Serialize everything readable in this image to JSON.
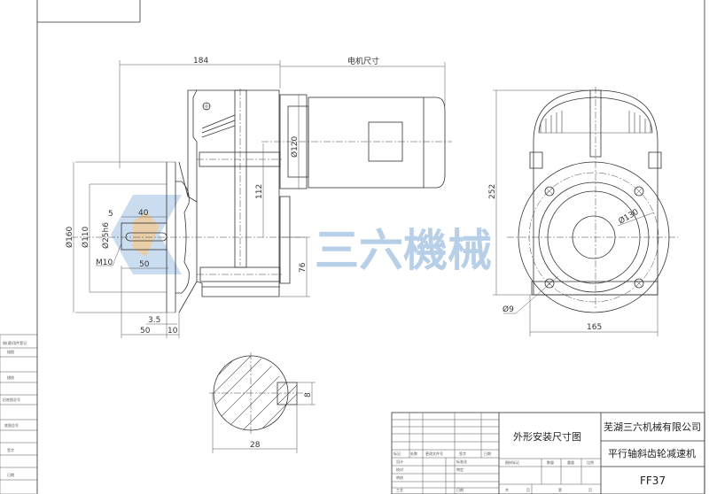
{
  "front_view": {
    "dim_overall": "184",
    "dim_motor": "电机尺寸",
    "dim_motor_flange": "Ø120",
    "dim_center_height_motor": "112",
    "dim_center_height": "76",
    "dim_flange_outer": "Ø160",
    "dim_flange_spigot": "Ø110",
    "dim_shaft": "Ø25h6",
    "dim_key_offset": "5",
    "dim_key_length": "40",
    "dim_shaft_length": "50",
    "dim_thread": "M10",
    "dim_spigot_depth": "3.5",
    "dim_shaft_ext": "50",
    "dim_flange_thick": "10"
  },
  "side_view": {
    "dim_height": "252",
    "dim_width": "165",
    "dim_pcd": "Ø130",
    "dim_hole": "Ø9"
  },
  "section_view": {
    "dim_key_height": "8",
    "dim_shaft_key": "28"
  },
  "watermark": {
    "text": "三六機械",
    "color": "#7fa9d6",
    "accent": "#f5c98a"
  },
  "title_block": {
    "drawing_title": "外形安装尺寸图",
    "company": "芜湖三六机械有限公司",
    "product": "平行轴斜齿轮减速机",
    "model": "FF37",
    "rev_headers": [
      "标记",
      "处数",
      "更改文件号",
      "签字",
      "日期"
    ],
    "sign_rows": [
      {
        "a": "设计",
        "b": "标准化"
      },
      {
        "a": "校对",
        "b": "审定"
      },
      {
        "a": "审核",
        "b": ""
      },
      {
        "a": "工艺",
        "b": "日期"
      }
    ],
    "info_headers": [
      "图样标记",
      "数量",
      "重量",
      "比例"
    ],
    "sheet_labels": [
      "共",
      "页",
      "第",
      "页"
    ]
  },
  "left_table": {
    "labels": [
      "借(通)用件登记",
      "描图",
      "描校",
      "旧底图总号",
      "底图总号",
      "签字",
      "日期"
    ]
  }
}
